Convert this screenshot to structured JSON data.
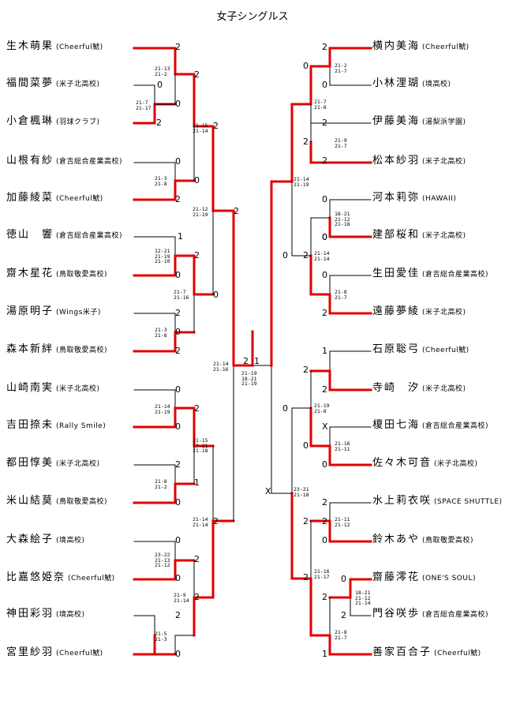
{
  "title": "女子シングルス",
  "left_players": [
    {
      "name": "生木萌果",
      "club": "(Cheerful鯱)"
    },
    {
      "name": "福間菜夢",
      "club": "(米子北高校)"
    },
    {
      "name": "小倉楓琳",
      "club": "(羽球クラブ)"
    },
    {
      "name": "山根有紗",
      "club": "(倉吉総合産業高校)"
    },
    {
      "name": "加藤綾菜",
      "club": "(Cheerful鯱)"
    },
    {
      "name": "徳山　響",
      "club": "(倉吉総合産業高校)"
    },
    {
      "name": "齋木星花",
      "club": "(鳥取敬愛高校)"
    },
    {
      "name": "湯原明子",
      "club": "(Wings米子)"
    },
    {
      "name": "森本新絆",
      "club": "(鳥取敬愛高校)"
    },
    {
      "name": "山崎南実",
      "club": "(米子北高校)"
    },
    {
      "name": "吉田捺未",
      "club": "(Rally Smile)"
    },
    {
      "name": "都田惇美",
      "club": "(米子北高校)"
    },
    {
      "name": "米山結莫",
      "club": "(鳥取敬愛高校)"
    },
    {
      "name": "大森絵子",
      "club": "(境高校)"
    },
    {
      "name": "比嘉悠姫奈",
      "club": "(Cheerful鯱)"
    },
    {
      "name": "神田彩羽",
      "club": "(境高校)"
    },
    {
      "name": "宮里紗羽",
      "club": "(Cheerful鯱)"
    }
  ],
  "right_players": [
    {
      "name": "横内美海",
      "club": "(Cheerful鯱)"
    },
    {
      "name": "小林浬瑚",
      "club": "(境高校)"
    },
    {
      "name": "伊藤美海",
      "club": "(湯梨浜学園)"
    },
    {
      "name": "松本紗羽",
      "club": "(米子北高校)"
    },
    {
      "name": "河本莉弥",
      "club": "(HAWAII)"
    },
    {
      "name": "建部桜和",
      "club": "(米子北高校)"
    },
    {
      "name": "生田愛佳",
      "club": "(倉吉総合産業高校)"
    },
    {
      "name": "遠藤夢綾",
      "club": "(米子北高校)"
    },
    {
      "name": "石原聡弓",
      "club": "(Cheerful鯱)"
    },
    {
      "name": "寺崎　汐",
      "club": "(米子北高校)"
    },
    {
      "name": "榎田七海",
      "club": "(倉吉総合産業高校)"
    },
    {
      "name": "佐々木可音",
      "club": "(米子北高校)"
    },
    {
      "name": "水上莉衣咲",
      "club": "(SPACE SHUTTLE)"
    },
    {
      "name": "鈴木あや",
      "club": "(鳥取敬愛高校)"
    },
    {
      "name": "齋藤澪花",
      "club": "(ONE'S SOUL)"
    },
    {
      "name": "門谷咲歩",
      "club": "(倉吉総合産業高校)"
    },
    {
      "name": "善家百合子",
      "club": "(Cheerful鯱)"
    }
  ],
  "labels": [
    "2",
    "0",
    "0",
    "2",
    "0",
    "2",
    "1",
    "2",
    "0",
    "2",
    "0",
    "2",
    "0",
    "2",
    "0",
    "2",
    "1",
    "0",
    "2",
    "0",
    "2",
    "2",
    "0",
    "2",
    "0",
    "2",
    "2",
    "0",
    "0",
    "2",
    "2",
    "1",
    "2",
    "0",
    "0",
    "2",
    "2",
    "2",
    "0",
    "0",
    "2",
    "0",
    "2",
    "1",
    "2",
    "0",
    "2",
    "X",
    "0",
    "0",
    "2",
    "0",
    "2",
    "0",
    "2",
    "2",
    "1",
    "2",
    "0",
    "0",
    "2",
    "X"
  ],
  "scores": [
    "21-13\n21-2",
    "21-7\n21-17",
    "21-15\n21-14",
    "21-3\n21-8",
    "21-12\n21-19",
    "12-21\n21-19\n21-10",
    "21-7\n21-16",
    "21-3\n21-8",
    "21-14\n21-16",
    "21-14\n21-19",
    "21-15\n17-21\n21-18",
    "21-8\n21-2",
    "21-14\n21-14",
    "23-22\n21-13\n21-12",
    "21-9\n21-14",
    "21-5\n21-3",
    "21-19\n18-21\n21-19",
    "21-2\n21-7",
    "21-7\n21-8",
    "21-9\n21-7",
    "21-14\n21-19",
    "18-21\n21-12\n21-18",
    "21-14\n21-14",
    "21-8\n21-7",
    "21-19\n21-8",
    "21-16\n21-11",
    "23-21\n21-18",
    "21-11\n21-12",
    "21-16\n21-17",
    "18-21\n21-12\n21-14",
    "21-8\n21-7"
  ]
}
